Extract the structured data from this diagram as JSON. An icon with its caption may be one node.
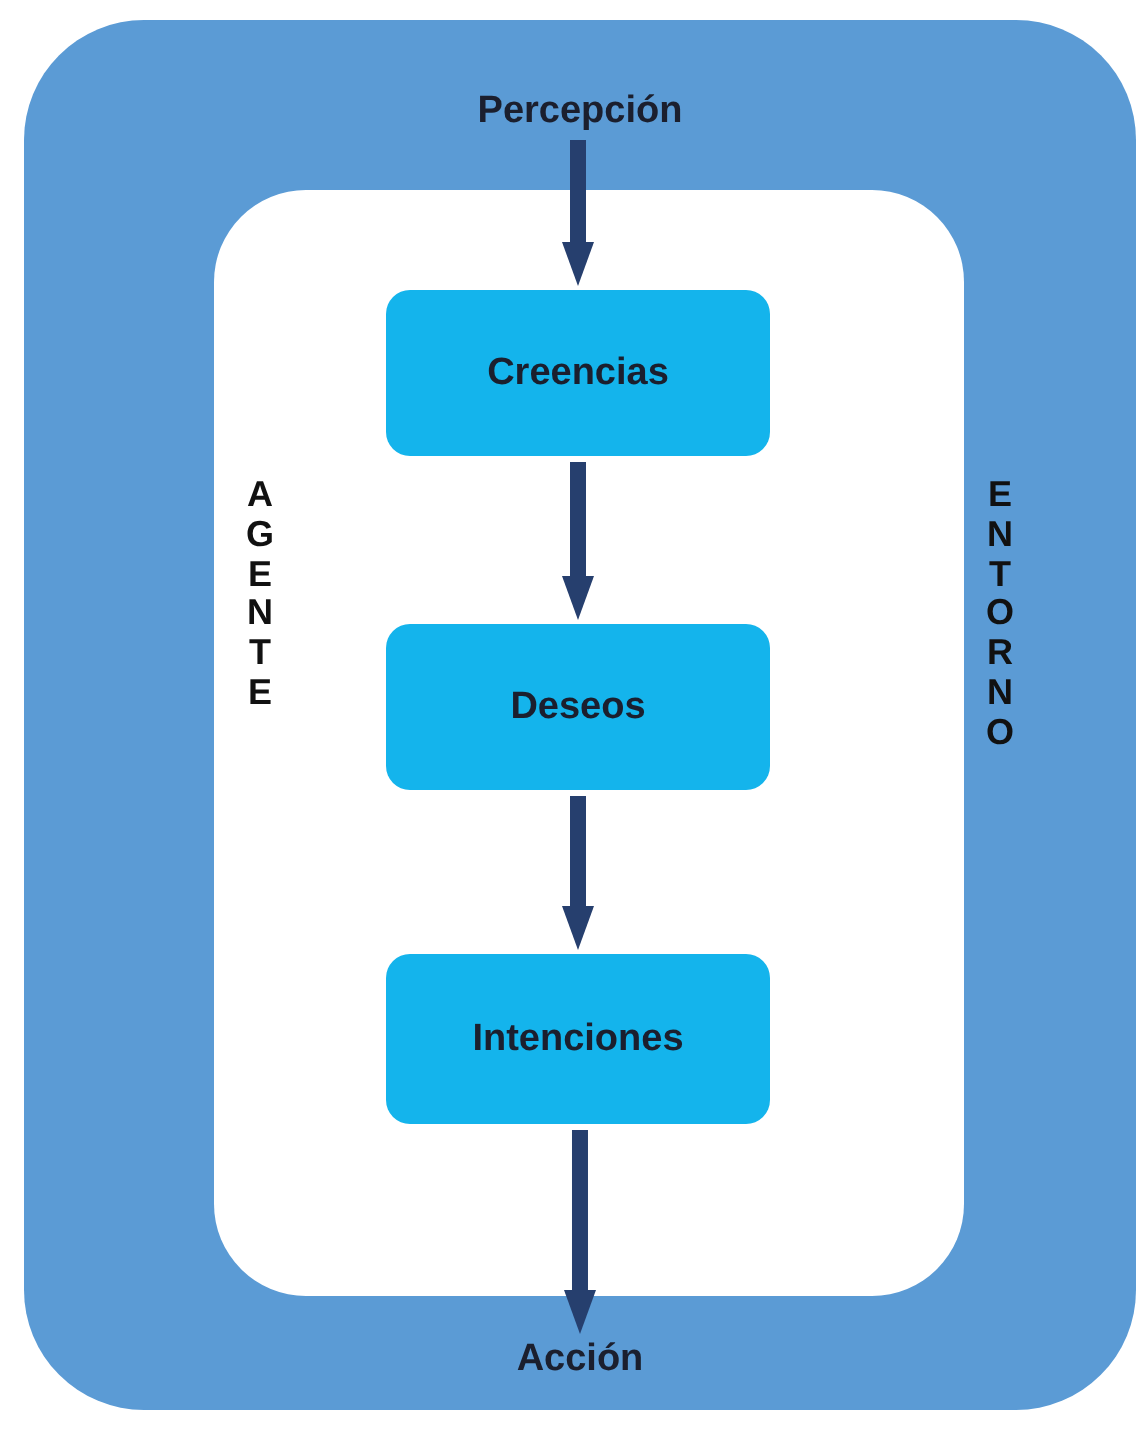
{
  "diagram": {
    "nodes": [
      {
        "text": [
          "ENTORNO"
        ]
      },
      {
        "text": [
          "AGENTE"
        ],
        "in": 0
      },
      {
        "text": [
          "Percepción"
        ],
        "in": 0
      },
      {
        "text": [
          "Creencias"
        ],
        "in": 1
      },
      {
        "text": [
          "Deseos"
        ],
        "in": 1
      },
      {
        "text": [
          "Intenciones"
        ],
        "in": 1
      },
      {
        "text": [
          "Acción"
        ],
        "in": 0
      }
    ],
    "edges": [
      {
        "from": 2,
        "to": 3,
        "arrow": "to"
      },
      {
        "from": 3,
        "to": 4,
        "arrow": "to"
      },
      {
        "from": 4,
        "to": 5,
        "arrow": "to"
      },
      {
        "from": 5,
        "to": 6,
        "arrow": "to"
      }
    ]
  }
}
